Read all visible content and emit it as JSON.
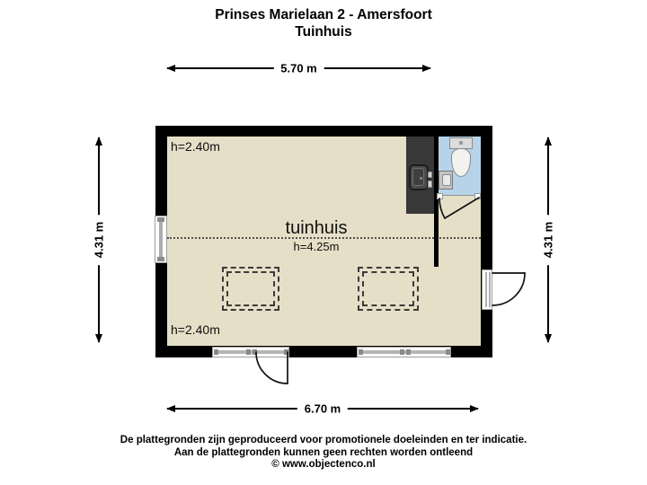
{
  "title": {
    "line1": "Prinses Marielaan 2 - Amersfoort",
    "line2": "Tuinhuis"
  },
  "dimensions": {
    "top": "5.70 m",
    "bottom": "6.70 m",
    "left": "4.31 m",
    "right": "4.31 m"
  },
  "plan": {
    "room_label": "tuinhuis",
    "room_height": "h=4.25m",
    "ceiling_height_back": "h=2.40m",
    "ceiling_height_front": "h=2.40m"
  },
  "footer": {
    "line1": "De plattegronden zijn geproduceerd voor promotionele doeleinden en ter indicatie.",
    "line2": "Aan de plattegronden kunnen geen rechten worden ontleend",
    "line3": "© www.objectenco.nl"
  },
  "colors": {
    "wall": "#000000",
    "floor": "#e6dfc7",
    "bathroom_floor": "#b7d3e9",
    "counter": "#383838",
    "dash": "#3a3a3a"
  }
}
